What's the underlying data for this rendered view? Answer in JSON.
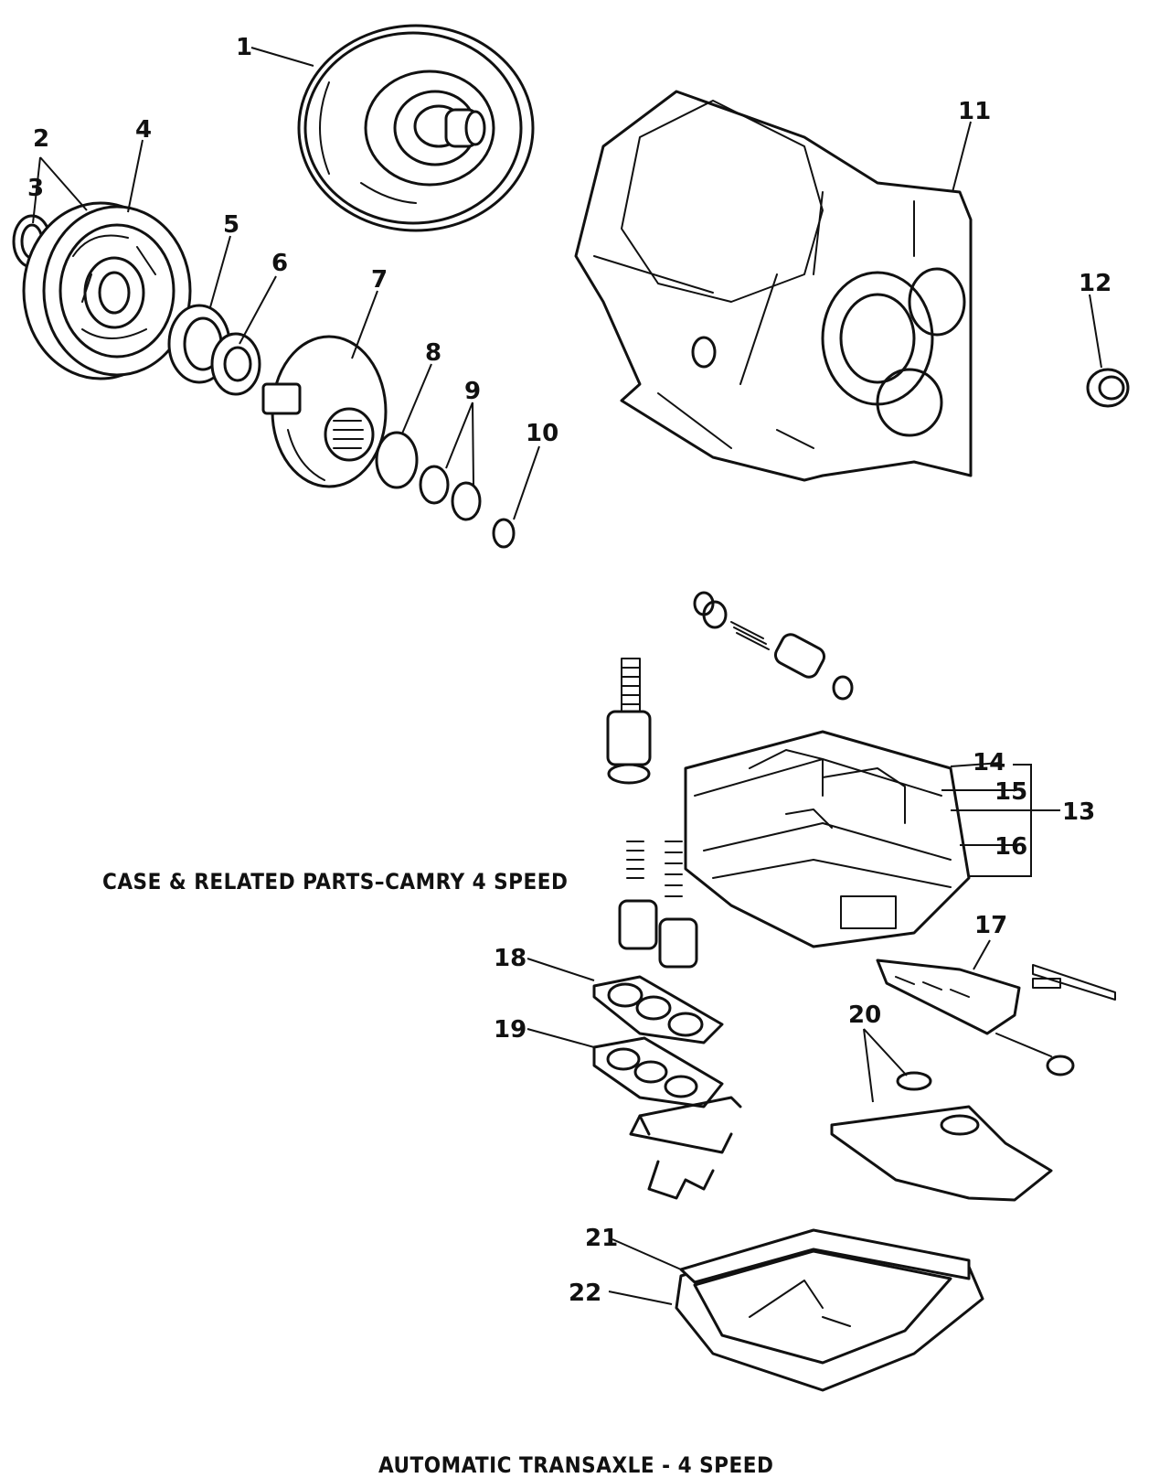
{
  "captions": {
    "section": "CASE & RELATED PARTS–CAMRY 4 SPEED",
    "title": "AUTOMATIC TRANSAXLE - 4 SPEED"
  },
  "callouts": [
    "1",
    "2",
    "3",
    "4",
    "5",
    "6",
    "7",
    "8",
    "9",
    "10",
    "11",
    "12",
    "13",
    "14",
    "15",
    "16",
    "17",
    "18",
    "19",
    "20",
    "21",
    "22"
  ]
}
